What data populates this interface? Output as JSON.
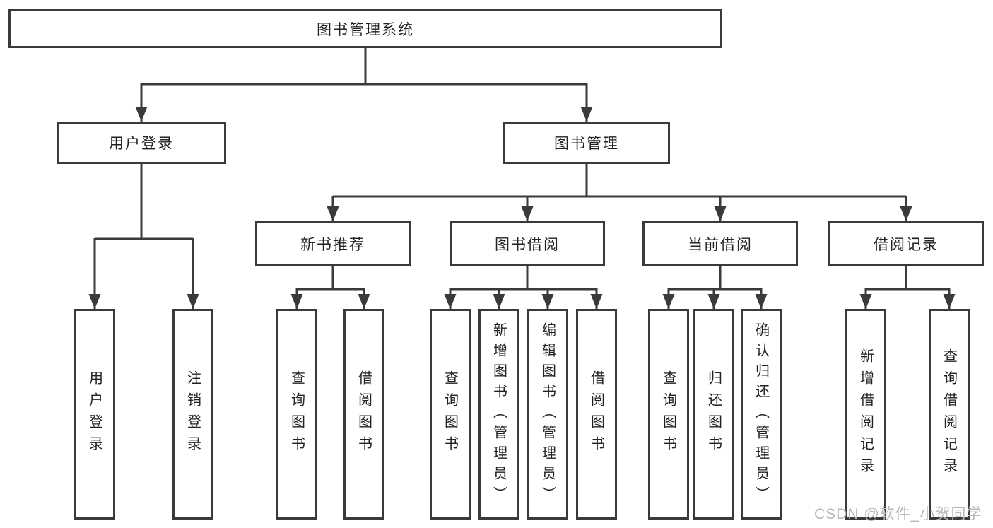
{
  "tree": {
    "root": {
      "label": "图书管理系统"
    },
    "level2": [
      {
        "label": "用户登录"
      },
      {
        "label": "图书管理"
      }
    ],
    "level3": [
      {
        "label": "新书推荐"
      },
      {
        "label": "图书借阅"
      },
      {
        "label": "当前借阅"
      },
      {
        "label": "借阅记录"
      }
    ],
    "leaves": {
      "user_login": [
        "用户登录",
        "注销登录"
      ],
      "new_book_recommend": [
        "查询图书",
        "借阅图书"
      ],
      "book_borrow": [
        "查询图书",
        "新增图书（管理员）",
        "编辑图书（管理员）",
        "借阅图书"
      ],
      "current_borrow": [
        "查询图书",
        "归还图书",
        "确认归还（管理员）"
      ],
      "borrow_records": [
        "新增借阅记录",
        "查询借阅记录"
      ]
    }
  },
  "watermark": {
    "text": "CSDN @软件_小贺同学"
  },
  "colors": {
    "line": "#3a3a3a",
    "text": "#222222",
    "watermark": "#b8b8b8",
    "background": "#ffffff"
  }
}
